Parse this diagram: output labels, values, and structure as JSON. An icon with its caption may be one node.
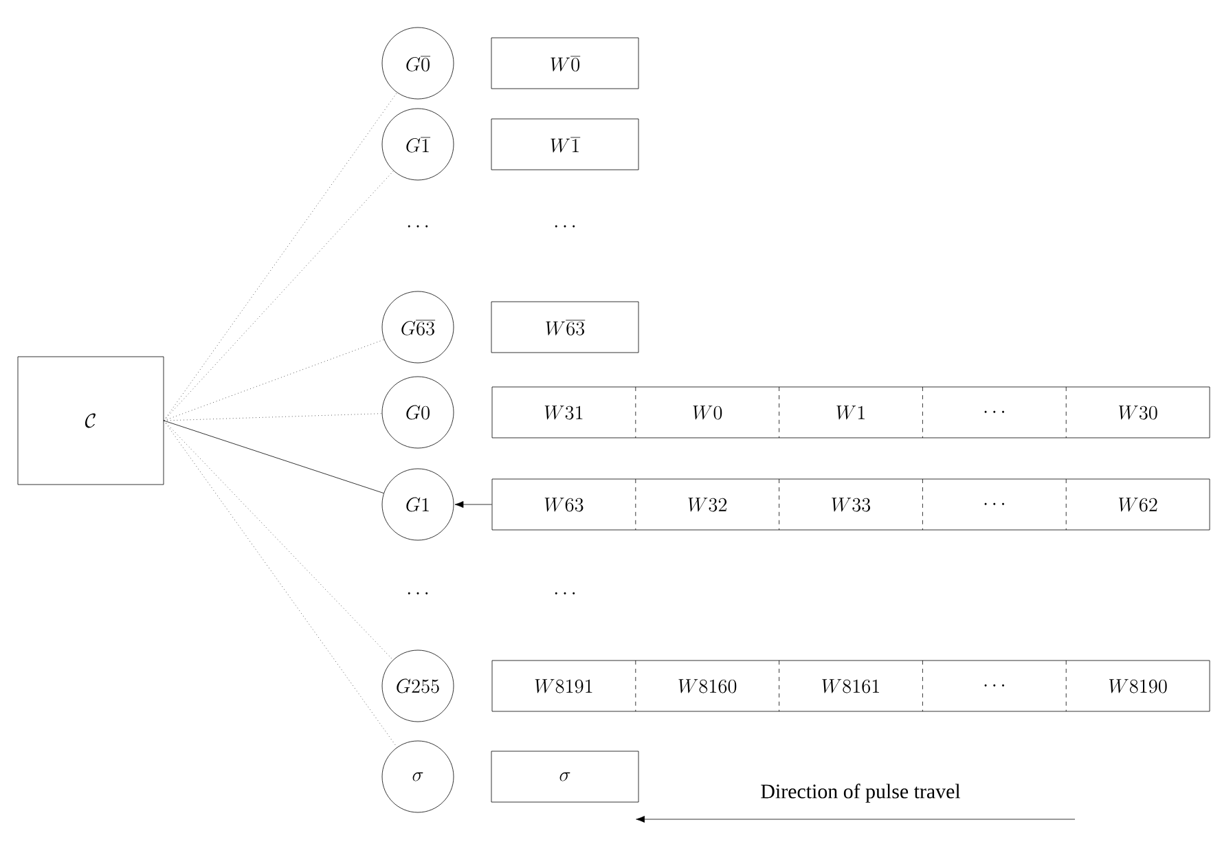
{
  "diagram": {
    "nodes": [
      {
        "text": [
          "\\mathcal{C}"
        ]
      },
      {
        "text": [
          "G\\overline{0}"
        ]
      },
      {
        "text": [
          "W\\overline{0}"
        ]
      },
      {
        "text": [
          "G\\overline{1}"
        ]
      },
      {
        "text": [
          "W\\overline{1}"
        ]
      },
      {
        "text": [
          "G\\overline{63}"
        ]
      },
      {
        "text": [
          "W\\overline{63}"
        ]
      },
      {
        "text": [
          "G0"
        ]
      },
      {
        "text": [
          "W31",
          "W0",
          "W1",
          "\\cdots",
          "W30"
        ]
      },
      {
        "text": [
          "G1"
        ]
      },
      {
        "text": [
          "W63",
          "W32",
          "W33",
          "\\cdots",
          "W62"
        ]
      },
      {
        "text": [
          "G255"
        ]
      },
      {
        "text": [
          "W8191",
          "W8160",
          "W8161",
          "\\cdots",
          "W8190"
        ]
      },
      {
        "text": [
          "\\sigma"
        ]
      },
      {
        "text": [
          "\\sigma"
        ]
      }
    ],
    "edges": [
      {
        "from": 0,
        "to": 1,
        "arrow": "none",
        "style": "dashed"
      },
      {
        "from": 0,
        "to": 3,
        "arrow": "none",
        "style": "dashed"
      },
      {
        "from": 0,
        "to": 5,
        "arrow": "none",
        "style": "dashed"
      },
      {
        "from": 0,
        "to": 7,
        "arrow": "none",
        "style": "dashed"
      },
      {
        "from": 0,
        "to": 9,
        "arrow": "none"
      },
      {
        "from": 0,
        "to": 11,
        "arrow": "none",
        "style": "dashed"
      },
      {
        "from": 0,
        "to": 13,
        "arrow": "none",
        "style": "dashed"
      },
      {
        "from": 10,
        "to": 9,
        "arrow": "to"
      }
    ],
    "labels": [
      "\\cdots",
      "\\cdots",
      "\\cdots",
      "\\cdots",
      "Direction of pulse travel"
    ]
  }
}
